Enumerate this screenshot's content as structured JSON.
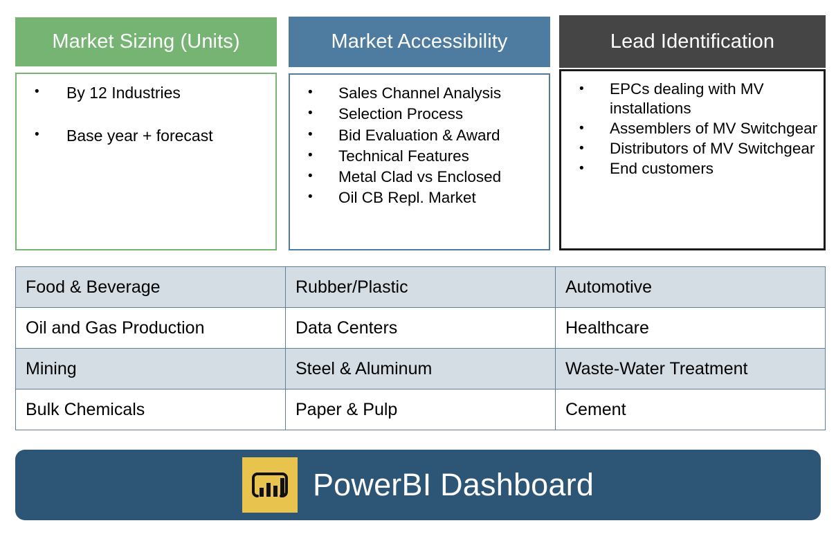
{
  "cards": [
    {
      "title": "Market Sizing (Units)",
      "accent": "#76b473",
      "bullets": [
        "By 12 Industries",
        "Base year + forecast"
      ]
    },
    {
      "title": "Market Accessibility",
      "accent": "#4e7ba0",
      "bullets": [
        "Sales Channel Analysis",
        "Selection Process",
        "Bid Evaluation & Award",
        "Technical Features",
        "Metal Clad vs Enclosed",
        "Oil CB Repl. Market"
      ]
    },
    {
      "title": "Lead Identification",
      "accent": "#454545",
      "bullets": [
        "EPCs dealing with MV installations",
        "Assemblers of MV Switchgear",
        "Distributors of MV Switchgear",
        "End customers"
      ]
    }
  ],
  "industry_table": {
    "rows": [
      {
        "shaded": true,
        "cells": [
          "Food & Beverage",
          "Rubber/Plastic",
          "Automotive"
        ]
      },
      {
        "shaded": false,
        "cells": [
          "Oil and Gas Production",
          "Data Centers",
          "Healthcare"
        ]
      },
      {
        "shaded": true,
        "cells": [
          "Mining",
          "Steel & Aluminum",
          "Waste-Water Treatment"
        ]
      },
      {
        "shaded": false,
        "cells": [
          "Bulk Chemicals",
          "Paper & Pulp",
          "Cement"
        ]
      }
    ],
    "shaded_color": "#d4dde4",
    "border_color": "#5c7f9e"
  },
  "footer": {
    "title": "PowerBI Dashboard",
    "icon": "powerbi-icon",
    "bar_color": "#2d5575",
    "icon_background": "#e8c44e"
  }
}
